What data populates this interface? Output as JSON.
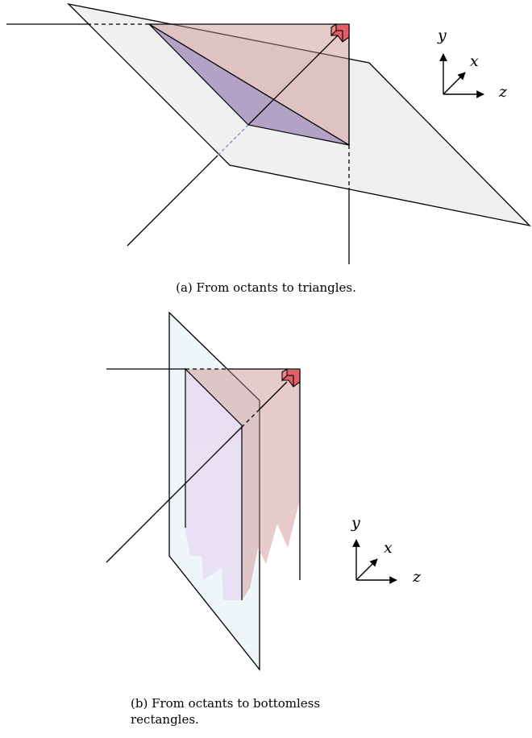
{
  "figure_a": {
    "caption": "(a) From octants to triangles.",
    "axes": {
      "y": "y",
      "x": "x",
      "z": "z"
    }
  },
  "figure_b": {
    "caption": "(b) From octants to bottomless rectangles.",
    "axes": {
      "y": "y",
      "x": "x",
      "z": "z"
    }
  },
  "colors": {
    "plane_a": "#f0f0f0",
    "plane_b": "#eef6f9",
    "red_face": "#c98a8a",
    "violet_face": "#9b84b6",
    "lavender_face": "#e7dff6",
    "octant_red": "#e0606a",
    "stroke": "#000000"
  }
}
